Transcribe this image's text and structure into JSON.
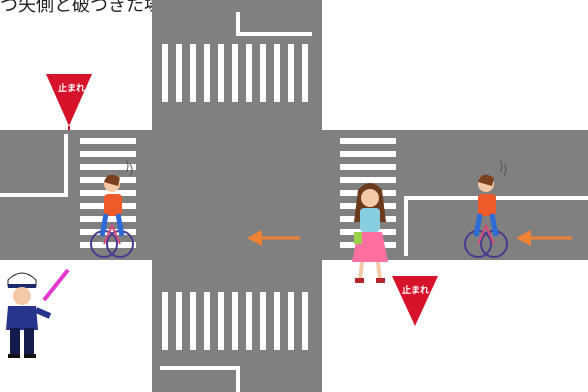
{
  "caption": "つ矢側と破つきた場合",
  "signs": [
    {
      "text": "止まれ",
      "icon": "stop-sign-icon"
    },
    {
      "text": "止まれ",
      "icon": "stop-sign-icon"
    }
  ],
  "colors": {
    "road": "#808080",
    "marking": "#ffffff",
    "sign": "#d6132a",
    "arrow": "#f08033",
    "cyclist_shirt": "#ef5a2a",
    "pedestrian_top": "#87cfe0",
    "pedestrian_skirt": "#ff6fa0",
    "officer_uniform": "#27348b",
    "baton": "#e23ad0"
  },
  "figures": [
    {
      "name": "cyclist",
      "icon": "cyclist-icon"
    },
    {
      "name": "cyclist",
      "icon": "cyclist-icon"
    },
    {
      "name": "pedestrian",
      "icon": "pedestrian-icon"
    },
    {
      "name": "traffic officer",
      "icon": "police-officer-icon"
    }
  ],
  "arrows": [
    {
      "direction": "left",
      "icon": "arrow-left-icon"
    },
    {
      "direction": "left",
      "icon": "arrow-left-icon"
    }
  ]
}
